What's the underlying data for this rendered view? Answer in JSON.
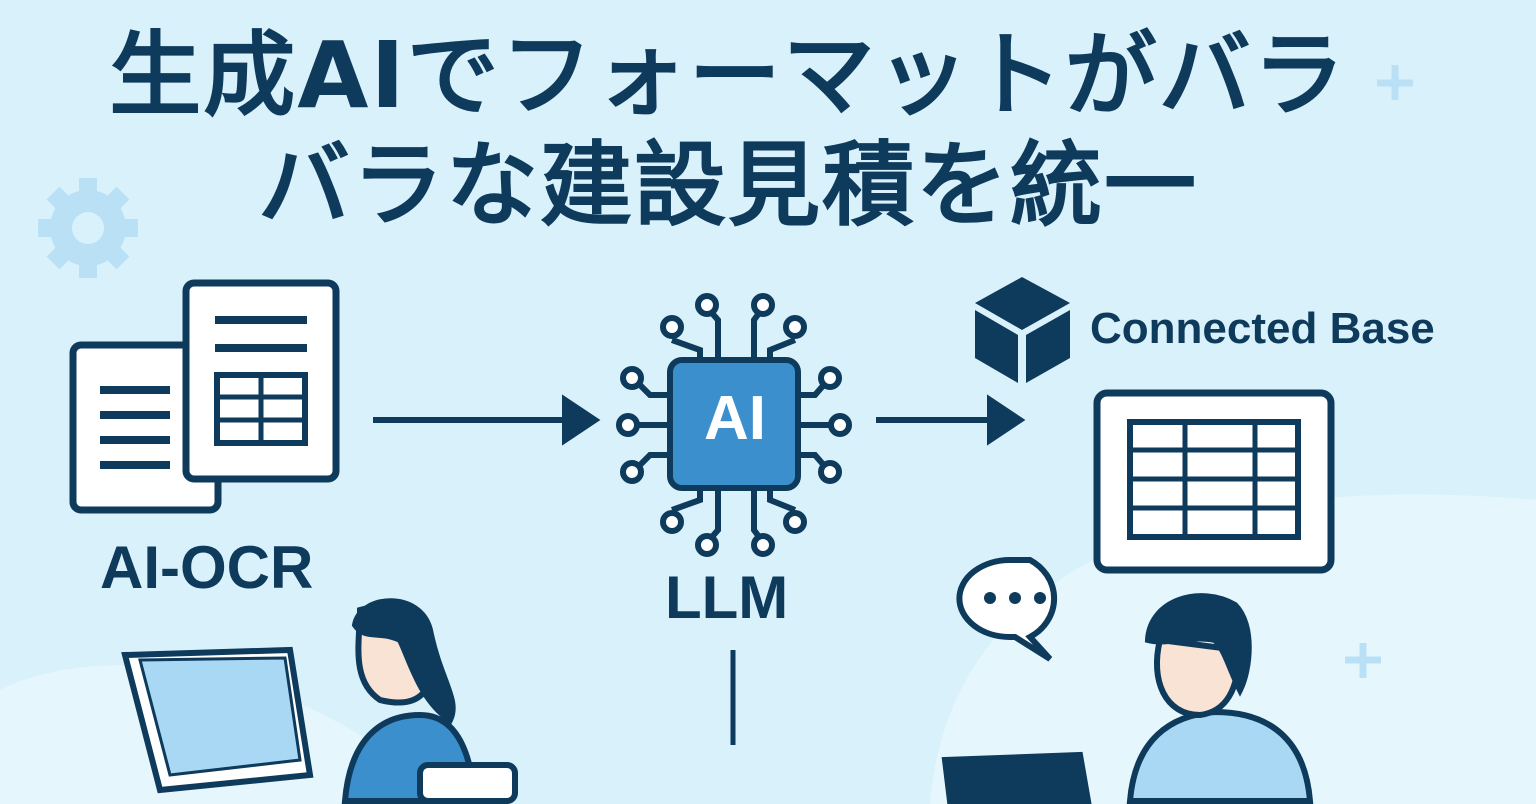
{
  "title": {
    "line1": "生成AIでフォーマットがバラ",
    "line2": "バラな建設見積を統一"
  },
  "labels": {
    "ocr": "AI-OCR",
    "llm": "LLM",
    "chip": "AI",
    "connected_base": "Connected Base"
  },
  "colors": {
    "navy": "#0e3a5c",
    "chip_blue": "#3b8fcc",
    "background": "#d9f1fb",
    "light_blue": "#a9d8f5"
  },
  "icons": [
    "documents-icon",
    "arrow-right-icon",
    "ai-chip-icon",
    "cube-icon",
    "spreadsheet-icon",
    "speech-bubble-icon",
    "gear-icon",
    "plus-icon",
    "woman-at-computer",
    "man-at-laptop"
  ]
}
